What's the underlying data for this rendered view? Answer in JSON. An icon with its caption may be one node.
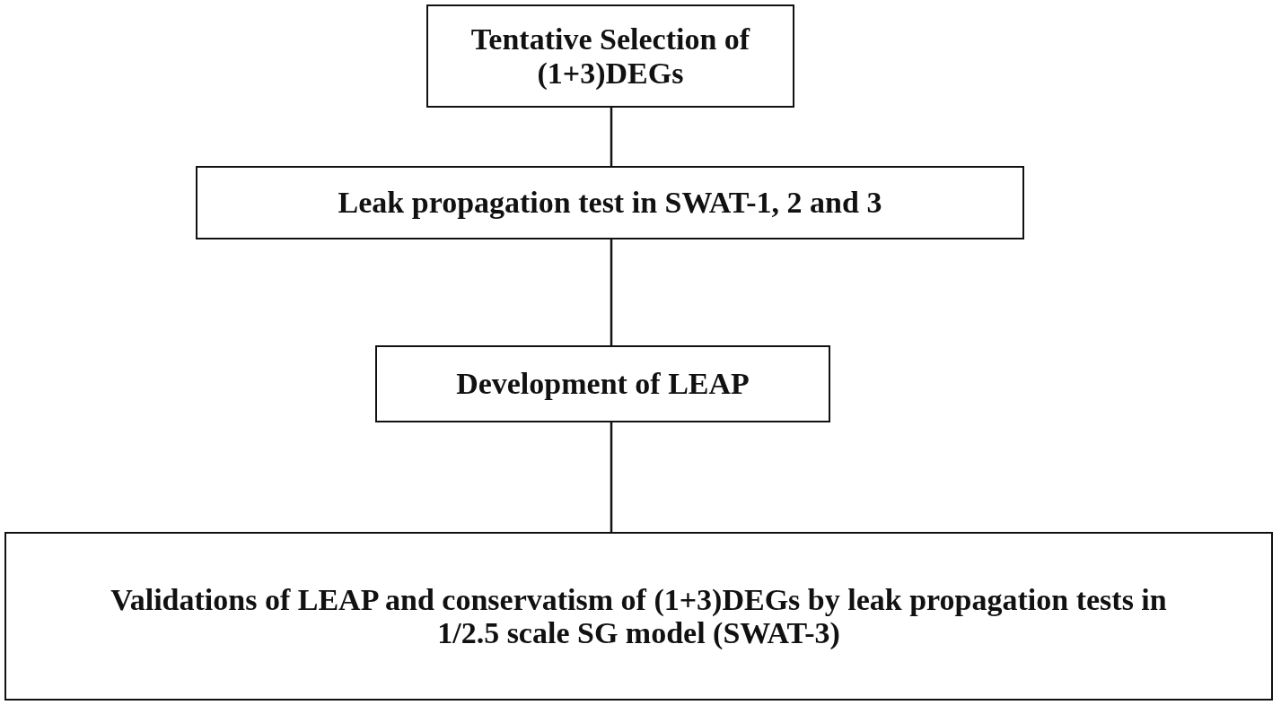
{
  "diagram": {
    "nodes": [
      {
        "text": [
          "Tentative Selection of (1+3)DEGs"
        ]
      },
      {
        "text": [
          "Leak propagation test in SWAT-1, 2 and 3"
        ]
      },
      {
        "text": [
          "Development of LEAP"
        ]
      },
      {
        "text": [
          "Validations of LEAP and conservatism of (1+3)DEGs by leak propagation tests in 1/2.5 scale SG model (SWAT-3)"
        ]
      }
    ],
    "edges": [
      {
        "from": 0,
        "to": 1,
        "arrow": "none"
      },
      {
        "from": 1,
        "to": 2,
        "arrow": "none"
      },
      {
        "from": 2,
        "to": 3,
        "arrow": "none"
      }
    ]
  }
}
